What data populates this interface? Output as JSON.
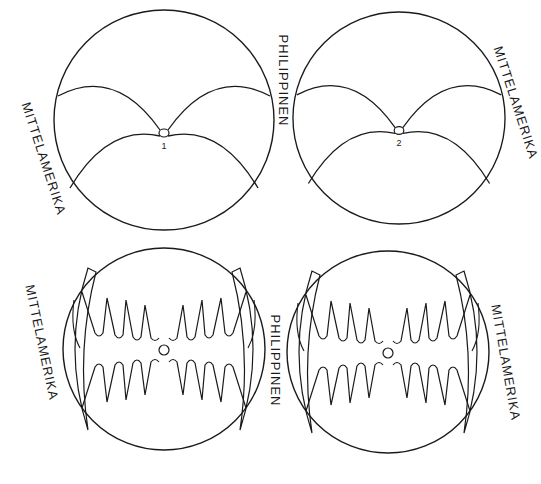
{
  "diagram": {
    "labels": [
      "MITTELAMERIKA",
      "1",
      "PHILIPPINEN",
      "2",
      "MITTELAMERIKA",
      "MITTELAMERIKA",
      "PHILIPPINEN",
      "MITTELAMERIKA"
    ]
  }
}
